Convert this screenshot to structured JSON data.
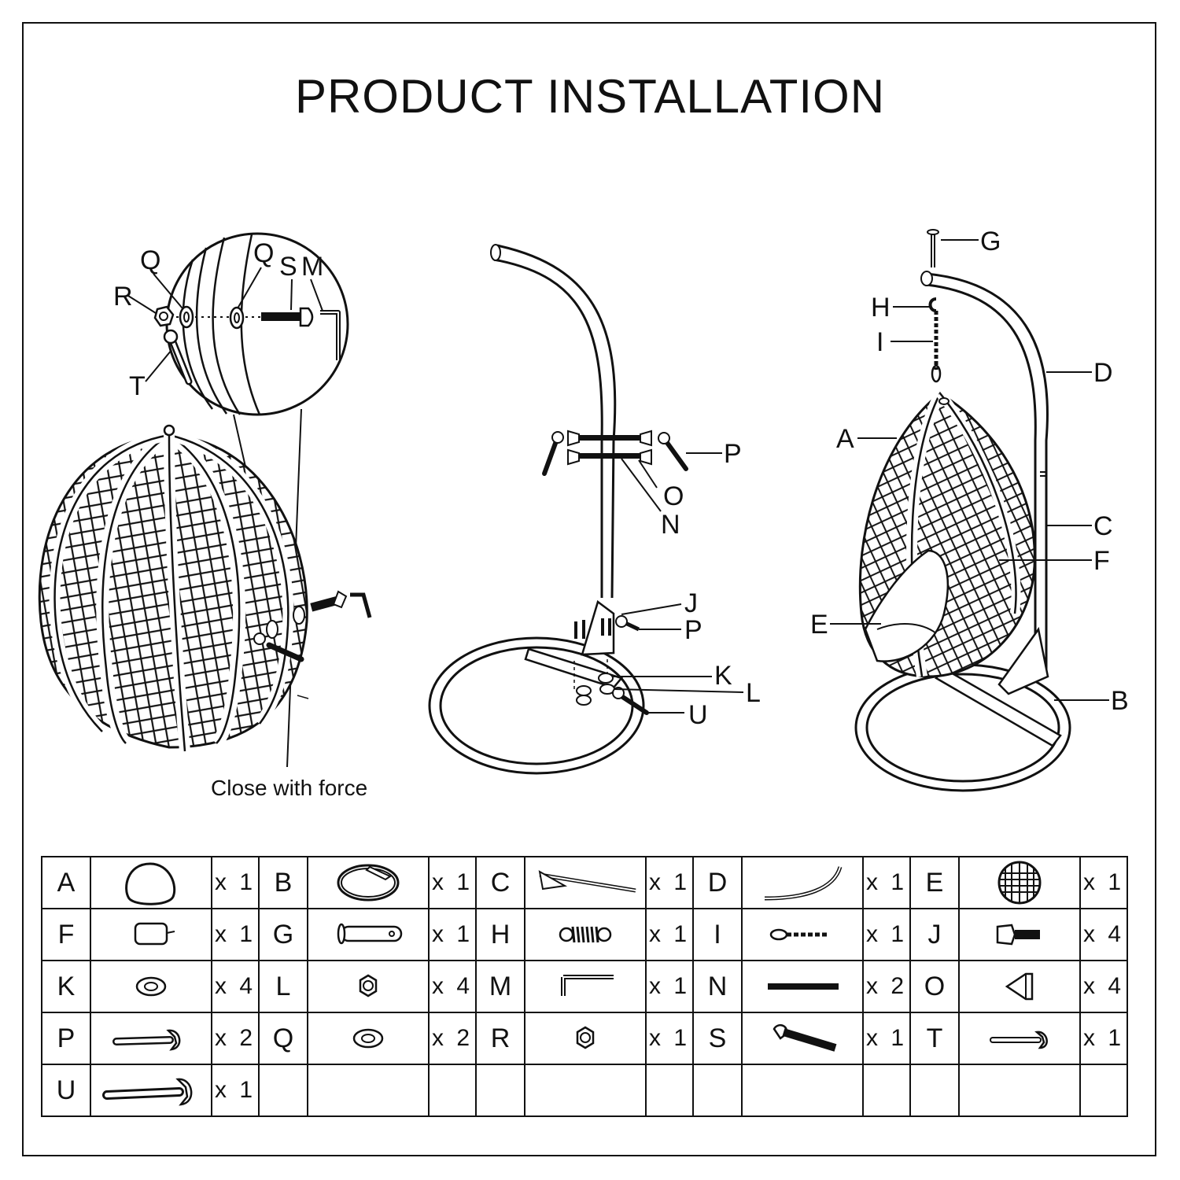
{
  "title": "PRODUCT INSTALLATION",
  "step1": {
    "labels": {
      "Q1": "Q",
      "Q2": "Q",
      "S": "S",
      "M": "M",
      "R": "R",
      "T": "T"
    },
    "caption": "Close with force"
  },
  "step2": {
    "labels": {
      "P1": "P",
      "O": "O",
      "N": "N",
      "J": "J",
      "P2": "P",
      "K": "K",
      "L": "L",
      "U": "U"
    }
  },
  "step3": {
    "labels": {
      "G": "G",
      "H": "H",
      "I": "I",
      "D": "D",
      "A": "A",
      "C": "C",
      "F": "F",
      "E": "E",
      "B": "B"
    }
  },
  "parts": [
    {
      "letter": "A",
      "qty": "x 1",
      "icon": "egg-frame-icon"
    },
    {
      "letter": "B",
      "qty": "x 1",
      "icon": "ring-base-icon"
    },
    {
      "letter": "C",
      "qty": "x 1",
      "icon": "lower-pole-icon"
    },
    {
      "letter": "D",
      "qty": "x 1",
      "icon": "curved-upper-pole-icon"
    },
    {
      "letter": "E",
      "qty": "x 1",
      "icon": "cushion-icon"
    },
    {
      "letter": "F",
      "qty": "x 1",
      "icon": "pillow-icon"
    },
    {
      "letter": "G",
      "qty": "x 1",
      "icon": "pin-icon"
    },
    {
      "letter": "H",
      "qty": "x 1",
      "icon": "spring-icon"
    },
    {
      "letter": "I",
      "qty": "x 1",
      "icon": "chain-icon"
    },
    {
      "letter": "J",
      "qty": "x 4",
      "icon": "hex-bolt-icon"
    },
    {
      "letter": "K",
      "qty": "x 4",
      "icon": "washer-icon"
    },
    {
      "letter": "L",
      "qty": "x 4",
      "icon": "nut-icon"
    },
    {
      "letter": "M",
      "qty": "x 1",
      "icon": "allen-key-icon"
    },
    {
      "letter": "N",
      "qty": "x 2",
      "icon": "threaded-rod-icon"
    },
    {
      "letter": "O",
      "qty": "x 4",
      "icon": "end-cap-icon"
    },
    {
      "letter": "P",
      "qty": "x 2",
      "icon": "wrench-icon"
    },
    {
      "letter": "Q",
      "qty": "x 2",
      "icon": "washer-icon"
    },
    {
      "letter": "R",
      "qty": "x 1",
      "icon": "nut-icon"
    },
    {
      "letter": "S",
      "qty": "x 1",
      "icon": "round-head-bolt-icon"
    },
    {
      "letter": "T",
      "qty": "x 1",
      "icon": "small-wrench-icon"
    },
    {
      "letter": "U",
      "qty": "x 1",
      "icon": "large-wrench-icon"
    }
  ]
}
